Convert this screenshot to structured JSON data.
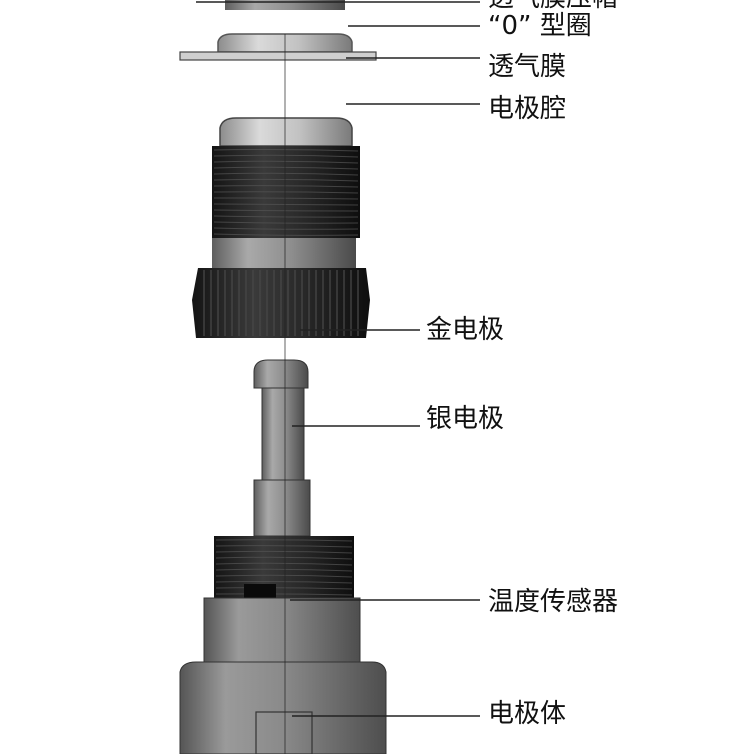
{
  "labels": {
    "cap_partial": "透气膜压帽",
    "o_ring": "“0” 型圈",
    "membrane": "透气膜",
    "electrode_cavity": "电极腔",
    "gold_electrode": "金电极",
    "silver_electrode": "银电极",
    "temp_sensor": "温度传感器",
    "electrode_body": "电极体"
  },
  "colors": {
    "dark_thread": "#262626",
    "grey_body": "#8d8d8d",
    "light_grey": "#c4c4c4",
    "black": "#111111",
    "line": "#222222"
  }
}
